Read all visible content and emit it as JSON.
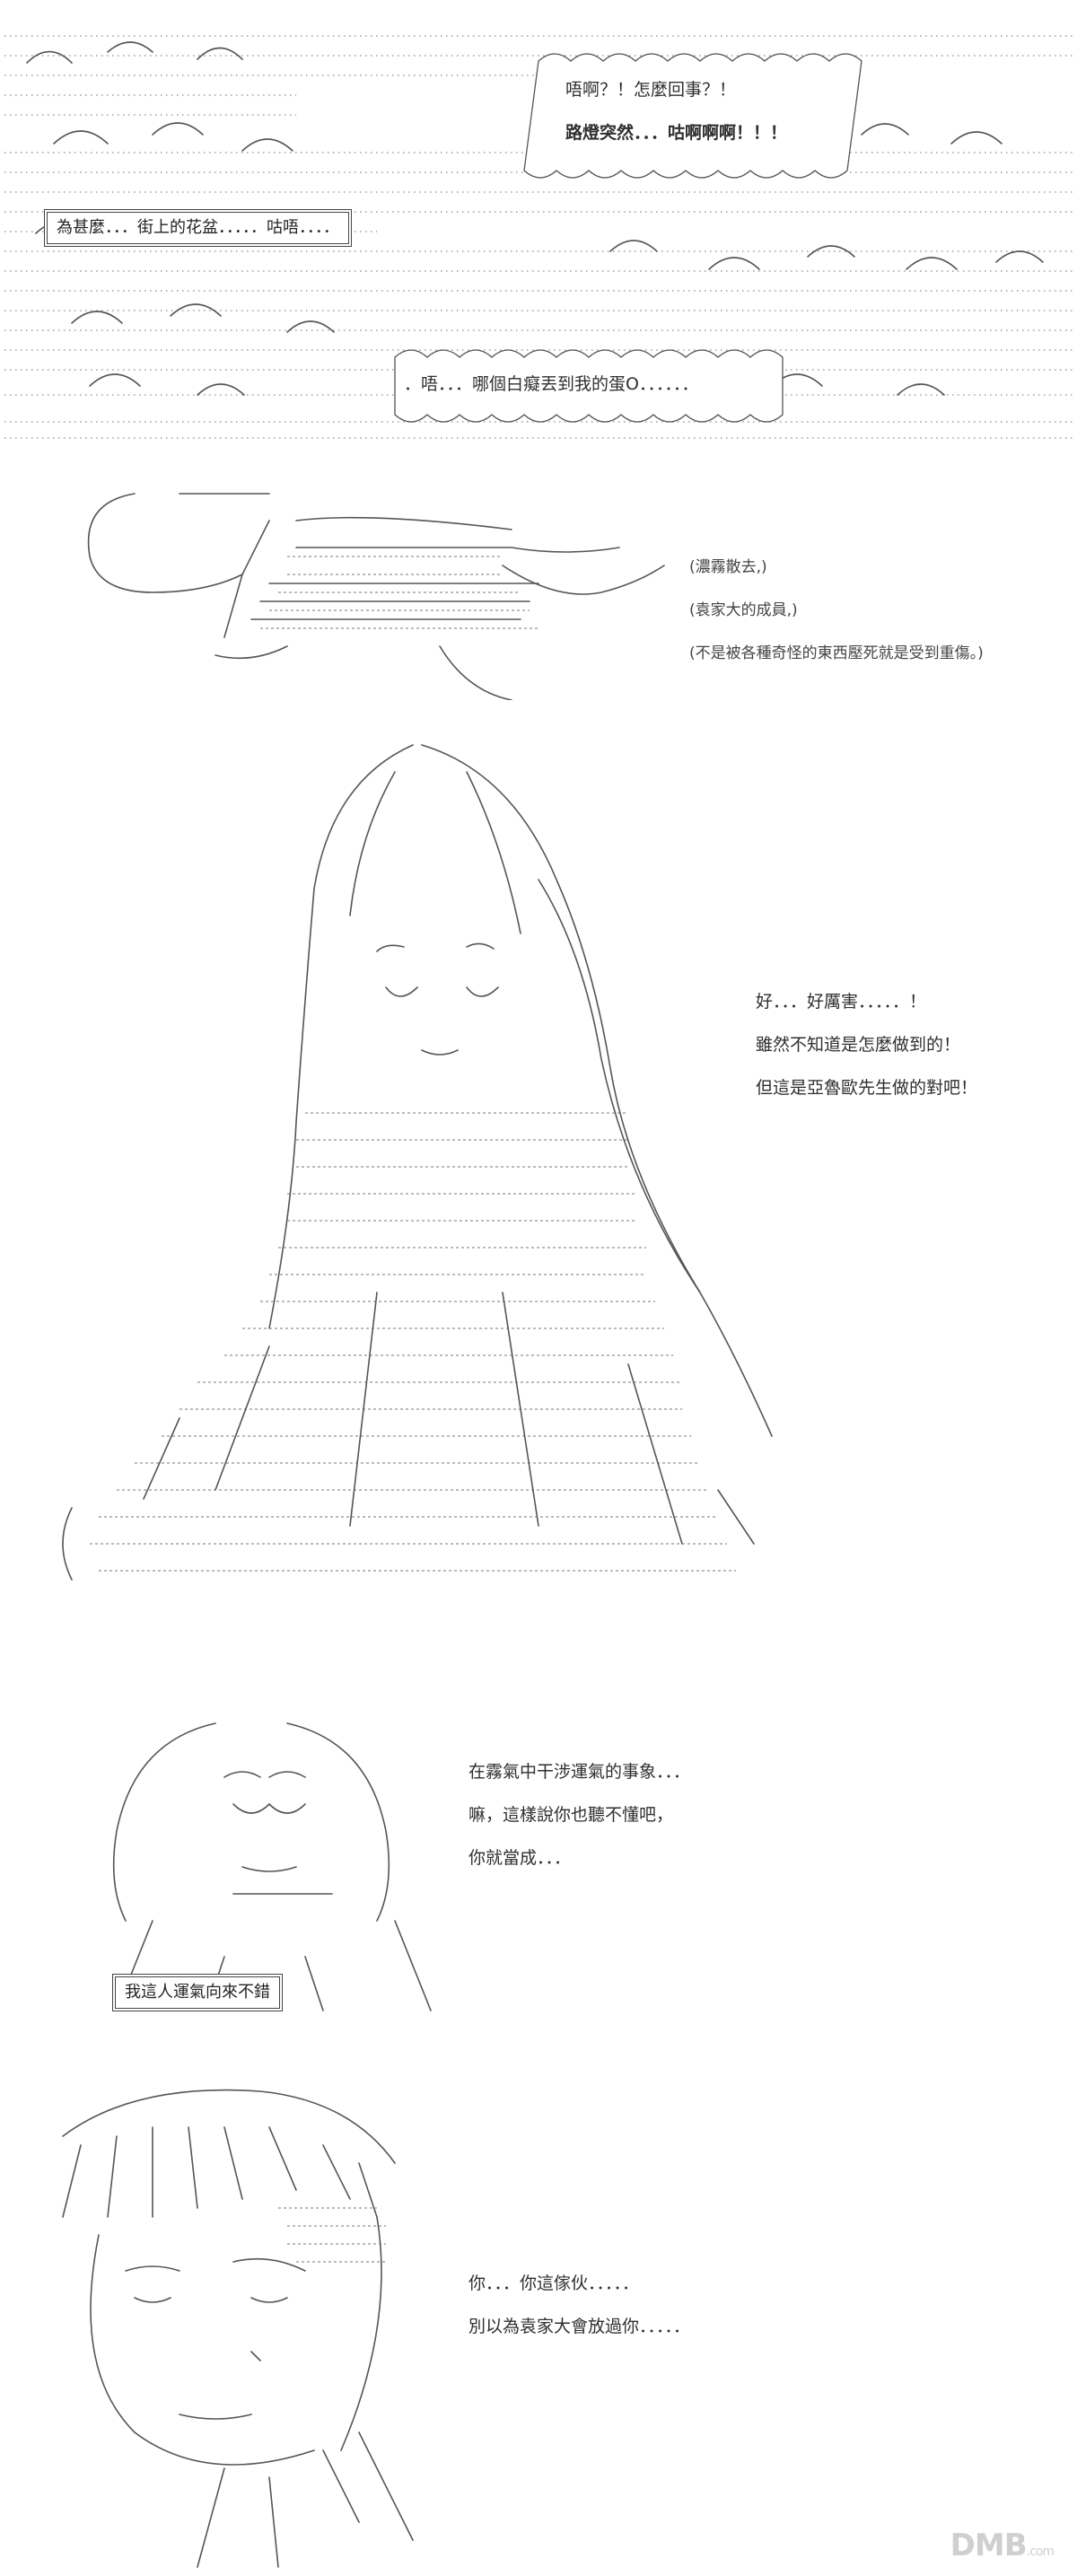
{
  "panel1": {
    "box_left": "為甚麼．．．街上的花盆．．．．．咕唔．．．．",
    "bubble_top_line1": "唔啊？！怎麼回事？！",
    "bubble_top_line2": "路燈突然．．．咕啊啊啊！！！",
    "bubble_bottom": "．唔．．．哪個白癡丟到我的蛋О．．．．．．"
  },
  "panel2": {
    "line1": "(濃霧散去,)",
    "line2": "(袁家大的成員,)",
    "line3": "(不是被各種奇怪的東西壓死就是受到重傷。)"
  },
  "panel3": {
    "line1": "好．．．好厲害．．．．．！",
    "line2": "雖然不知道是怎麼做到的！",
    "line3": "但這是亞魯歐先生做的對吧！"
  },
  "panel4": {
    "line1": "在霧氣中干涉運氣的事象．．．",
    "line2": "嘛，這樣說你也聽不懂吧，",
    "line3": "你就當成．．．",
    "box": "我這人運氣向來不錯"
  },
  "panel5": {
    "line1": "你．．．你這傢伙．．．．．",
    "line2": "別以為袁家大會放過你．．．．．"
  },
  "watermark": {
    "brand": "DMB",
    "suffix": ".com"
  }
}
